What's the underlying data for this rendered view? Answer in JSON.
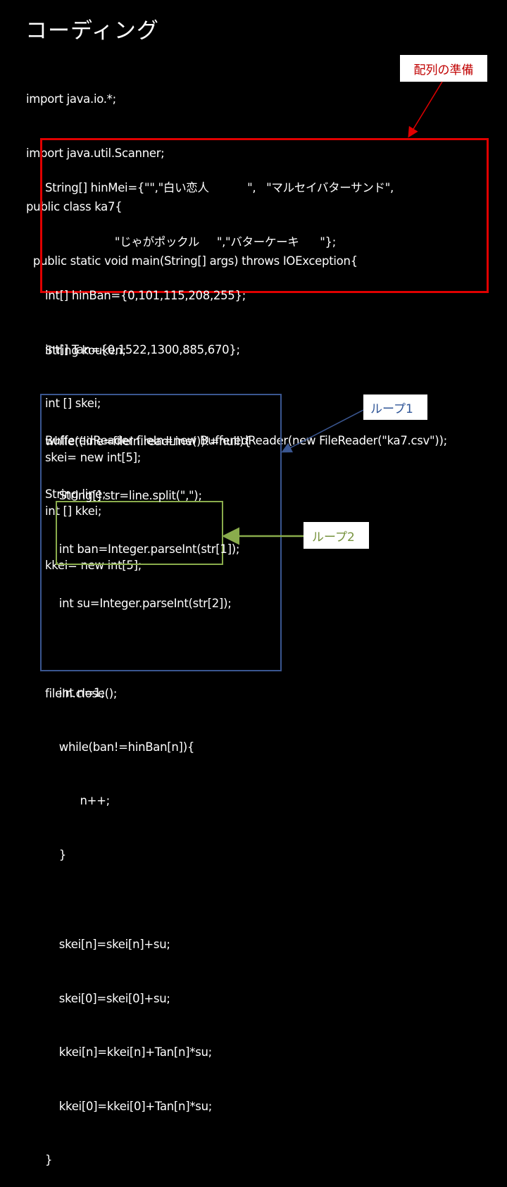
{
  "title": "コーディング",
  "code_header": [
    "import java.io.*;",
    "import java.util.Scanner;",
    "public class ka7{",
    "  public static void main(String[] args) throws IOException{"
  ],
  "array_block": [
    "String[] hinMei={\"\",\"白い恋人           \",   \"マルセイバターサンド\",",
    "                    \"じゃがポックル     \",\"バターケーキ      \"};",
    "int[] hinBan={0,101,115,208,255};",
    "int[] Tan={0,1522,1300,885,670};",
    "int [] skei;",
    "skei= new int[5];",
    "int [] kkei;",
    "kkei= new int[5];"
  ],
  "middle_block": [
    "String kouken;",
    "",
    "BufferedReader fileIn=new BufferedReader(new FileReader(\"ka7.csv\"));",
    "String line;"
  ],
  "loop_block": [
    "while((line=fileIn.readLine())!=null){",
    "    String[] str=line.split(\",\");",
    "    int ban=Integer.parseInt(str[1]);",
    "    int su=Integer.parseInt(str[2]);",
    "",
    "    int n=1;",
    "    while(ban!=hinBan[n]){",
    "          n++;",
    "    }",
    "",
    "    skei[n]=skei[n]+su;",
    "    skei[0]=skei[0]+su;",
    "    kkei[n]=kkei[n]+Tan[n]*su;",
    "    kkei[0]=kkei[0]+Tan[n]*su;",
    "}"
  ],
  "footer_line": "fileIn.close();",
  "callouts": {
    "array_prep": "配列の準備",
    "loop1": "ループ1",
    "loop2": "ループ2"
  },
  "colors": {
    "array_box": "#e00000",
    "loop1_box": "#3a5690",
    "loop2_box": "#8aac4c",
    "array_label": "#c00000",
    "loop1_label": "#2f5597",
    "loop2_label": "#76923c"
  }
}
